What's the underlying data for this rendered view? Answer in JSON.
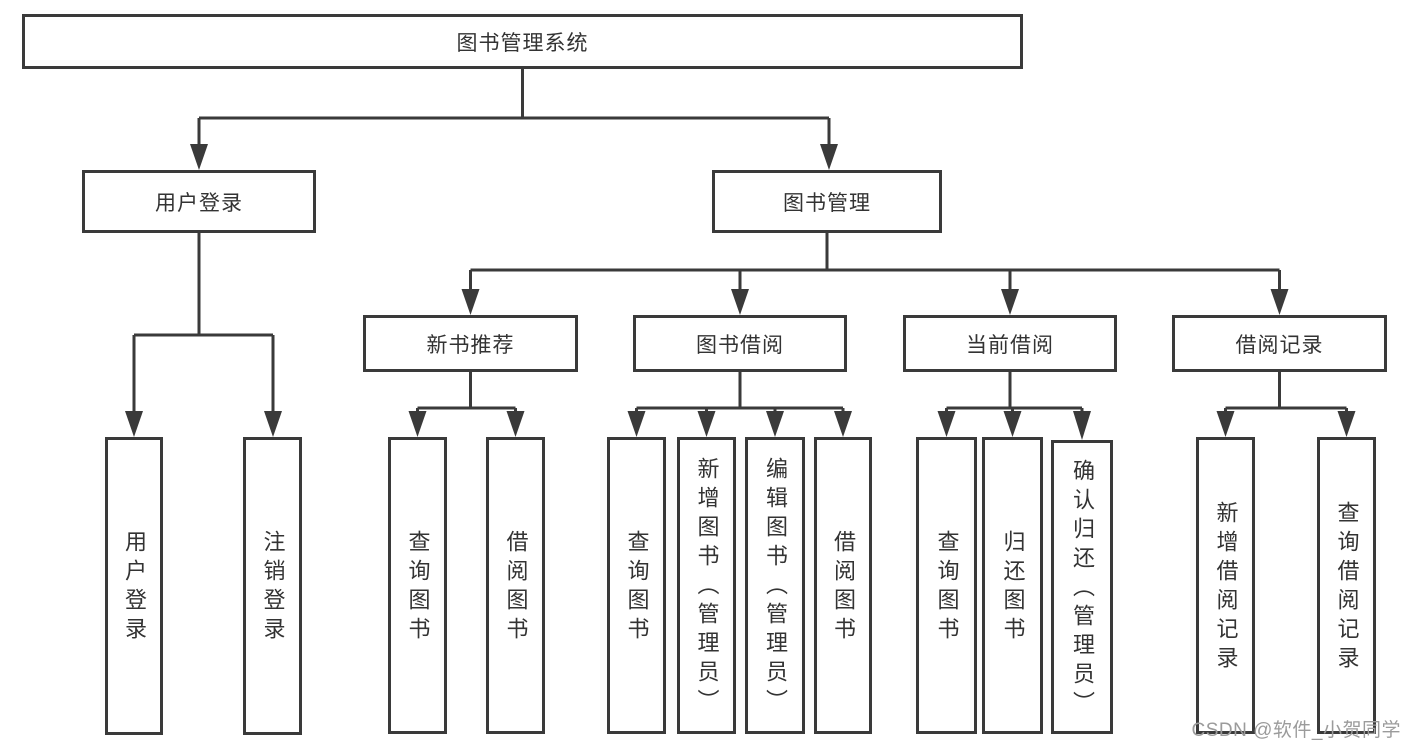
{
  "tree": {
    "root": {
      "label": "图书管理系统"
    },
    "level2": [
      {
        "label": "用户登录",
        "children": [
          {
            "label": "用户登录"
          },
          {
            "label": "注销登录"
          }
        ]
      },
      {
        "label": "图书管理",
        "children": [
          {
            "label": "新书推荐",
            "children": [
              {
                "label": "查询图书"
              },
              {
                "label": "借阅图书"
              }
            ]
          },
          {
            "label": "图书借阅",
            "children": [
              {
                "label": "查询图书"
              },
              {
                "label": "新增图书（管理员）"
              },
              {
                "label": "编辑图书（管理员）"
              },
              {
                "label": "借阅图书"
              }
            ]
          },
          {
            "label": "当前借阅",
            "children": [
              {
                "label": "查询图书"
              },
              {
                "label": "归还图书"
              },
              {
                "label": "确认归还（管理员）"
              }
            ]
          },
          {
            "label": "借阅记录",
            "children": [
              {
                "label": "新增借阅记录"
              },
              {
                "label": "查询借阅记录"
              }
            ]
          }
        ]
      }
    ]
  },
  "watermark": {
    "text": "CSDN @软件_小贺同学"
  },
  "colors": {
    "line": "#3a3a3a",
    "text": "#333333",
    "box_background": "#ffffff",
    "watermark": "#9b9b9b"
  }
}
